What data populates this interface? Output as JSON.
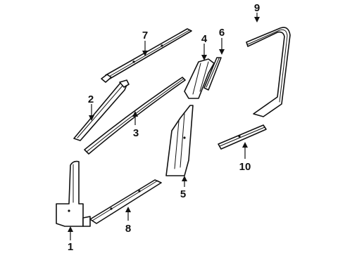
{
  "diagram": {
    "type": "exploded-parts-diagram",
    "callouts": [
      "1",
      "2",
      "3",
      "4",
      "5",
      "6",
      "7",
      "8",
      "9",
      "10"
    ]
  }
}
